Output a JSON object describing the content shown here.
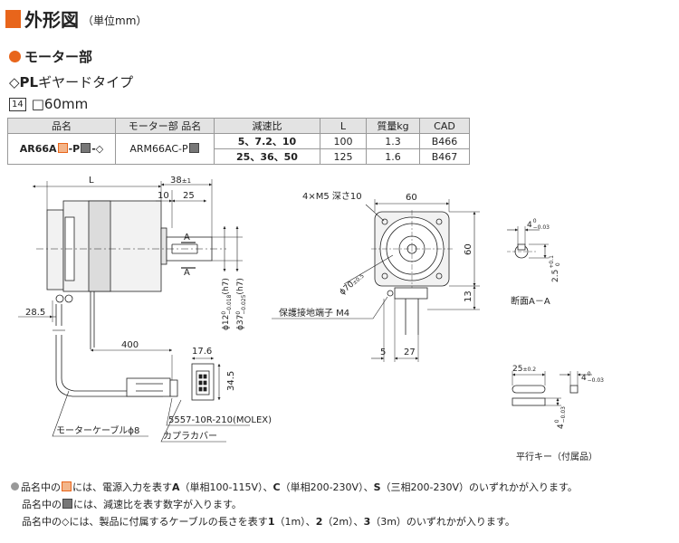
{
  "header": {
    "title": "外形図",
    "unit": "（単位mm）"
  },
  "section": {
    "title": "モーター部",
    "type_prefix": "◇",
    "type_bold": "PL",
    "type_rest": "ギヤードタイプ",
    "size_num": "14",
    "size_text": "□60mm"
  },
  "table": {
    "headers": [
      "品名",
      "モーター部 品名",
      "減速比",
      "L",
      "質量kg",
      "CAD"
    ],
    "product_a": "AR66A",
    "product_b": "-P",
    "product_c": "-◇",
    "motor_name": "ARM66AC-P",
    "rows": [
      {
        "ratio": "5、7.2、10",
        "L": "100",
        "mass": "1.3",
        "cad": "B466"
      },
      {
        "ratio": "25、36、50",
        "L": "125",
        "mass": "1.6",
        "cad": "B467"
      }
    ]
  },
  "drawing": {
    "L": "L",
    "d38": "38",
    "d38_tol": "±1",
    "d10": "10",
    "d25": "25",
    "A1": "A",
    "A2": "A",
    "d28_5": "28.5",
    "d400": "400",
    "d17_6": "17.6",
    "d34_5": "34.5",
    "shaft12": "ϕ12",
    "shaft12_tol_top": "0",
    "shaft12_tol_bot": "−0.018",
    "shaft12_fit": "(h7)",
    "shaft37": "ϕ37",
    "shaft37_tol_top": "0",
    "shaft37_tol_bot": "−0.025",
    "shaft37_fit": "(h7)",
    "connector": "5557-10R-210(MOLEX)",
    "cable": "モーターケーブルϕ8",
    "cover": "カプラカバー",
    "tap": "4×M5 深さ10",
    "w60": "60",
    "h60": "60",
    "pcd": "ϕ70",
    "pcd_tol": "±0.5",
    "d13": "13",
    "ground": "保護接地端子 M4",
    "d5": "5",
    "d27": "27",
    "key_w": "4",
    "key_w_tol_top": "0",
    "key_w_tol_bot": "−0.03",
    "key_depth": "2.5",
    "key_depth_tol_top": "+0.1",
    "key_depth_tol_bot": "0",
    "section_label": "断面A－A",
    "key_len": "25",
    "key_len_tol": "±0.2",
    "key_w2": "4",
    "key_w2_tol_top": "0",
    "key_w2_tol_bot": "−0.03",
    "key_h": "4",
    "key_h_tol_top": "0",
    "key_h_tol_bot": "−0.03",
    "key_label": "平行キー（付属品）"
  },
  "notes": {
    "l1_a": "品名中の",
    "l1_b": "には、電源入力を表す",
    "l1_c": "A",
    "l1_d": "（単相100-115V）、",
    "l1_e": "C",
    "l1_f": "（単相200-230V）、",
    "l1_g": "S",
    "l1_h": "（三相200-230V）のいずれかが入ります。",
    "l2_a": "品名中の",
    "l2_b": "には、減速比を表す数字が入ります。",
    "l3_a": "品名中の◇には、製品に付属するケーブルの長さを表す",
    "l3_b": "1",
    "l3_c": "（1m）、",
    "l3_d": "2",
    "l3_e": "（2m）、",
    "l3_f": "3",
    "l3_g": "（3m）のいずれかが入ります。"
  },
  "colors": {
    "accent": "#e8651b",
    "orange_box": "#f3b58a",
    "gray_box": "#777777"
  }
}
